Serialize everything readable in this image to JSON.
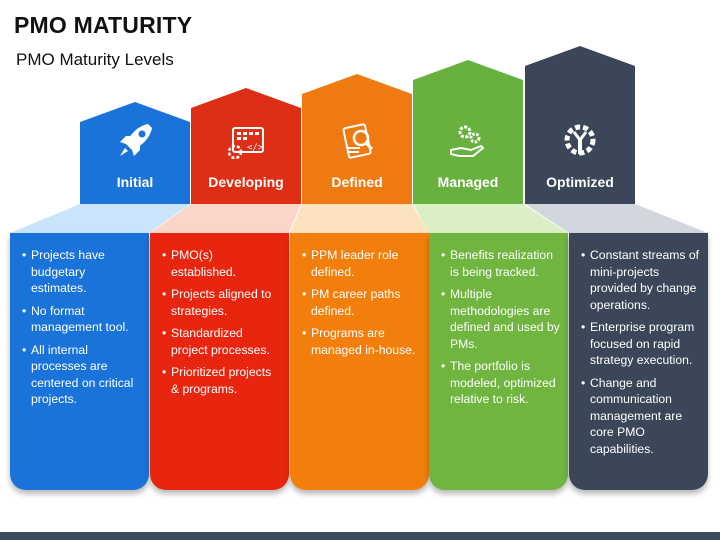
{
  "header": {
    "title": "PMO MATURITY",
    "subtitle": "PMO Maturity Levels"
  },
  "levels": [
    {
      "name": "Initial",
      "icon": "rocket-icon",
      "color": "#1a73d9",
      "light": "#c9e4fb",
      "bullets": [
        "Projects have budgetary estimates.",
        "No format management tool.",
        "All internal processes are centered on critical projects."
      ]
    },
    {
      "name": "Developing",
      "icon": "calendar-code-icon",
      "color": "#de2e16",
      "light": "#fbd6c8",
      "bullets": [
        "PMO(s) established.",
        "Projects aligned to strategies.",
        "Standardized project processes.",
        "Prioritized projects & programs."
      ]
    },
    {
      "name": "Defined",
      "icon": "document-search-icon",
      "color": "#f07a12",
      "light": "#fde2bf",
      "bullets": [
        "PPM leader role defined.",
        "PM career paths defined.",
        "Programs are managed in-house."
      ]
    },
    {
      "name": "Managed",
      "icon": "gears-hand-icon",
      "color": "#69b13f",
      "light": "#dcefc4",
      "bullets": [
        "Benefits realization is being tracked.",
        "Multiple methodologies are defined and used by PMs.",
        "The portfolio is modeled, optimized relative to risk."
      ]
    },
    {
      "name": "Optimized",
      "icon": "gear-wrench-icon",
      "color": "#3b4658",
      "light": "#d2d7de",
      "bullets": [
        "Constant streams of mini-projects provided by change operations.",
        "Enterprise program focused on rapid strategy execution.",
        "Change and communication management are core PMO capabilities."
      ]
    }
  ]
}
